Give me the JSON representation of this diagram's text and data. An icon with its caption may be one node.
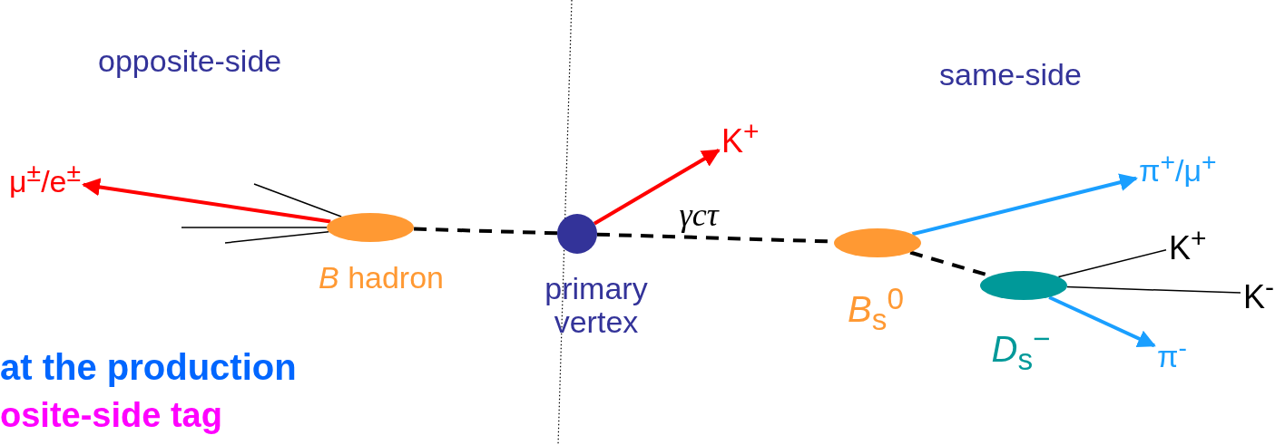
{
  "diagram": {
    "nodes": [
      {
        "text": [
          "*B* hadron"
        ]
      },
      {
        "text": [
          "primary vertex"
        ]
      },
      {
        "text": [
          "*B*$_{s}$$^{0}$"
        ]
      },
      {
        "text": [
          "*D*$_{s}$$^{−}$"
        ]
      },
      {
        "text": [
          "μ$^{±}$/e$^{±}$"
        ]
      },
      {
        "text": [
          "K$^{+}$"
        ]
      },
      {
        "text": [
          "π$^{+}$/μ$^{+}$"
        ]
      },
      {
        "text": [
          "K$^{+}$"
        ]
      },
      {
        "text": [
          "K$^{-}$"
        ]
      },
      {
        "text": [
          "π$^{-}$"
        ]
      }
    ],
    "edges": [
      {
        "from": 0,
        "to": 4,
        "arrow": "to",
        "color": "#ff0000"
      },
      {
        "from": 0,
        "to": null,
        "arrow": "none"
      },
      {
        "from": 0,
        "to": null,
        "arrow": "none"
      },
      {
        "from": 0,
        "to": null,
        "arrow": "none"
      },
      {
        "from": 1,
        "to": 0,
        "arrow": "none",
        "style": "dashed"
      },
      {
        "from": 1,
        "to": 5,
        "arrow": "to",
        "color": "#ff0000"
      },
      {
        "from": 1,
        "to": 2,
        "arrow": "none",
        "style": "dashed",
        "label": "γcτ"
      },
      {
        "from": 2,
        "to": 6,
        "arrow": "to",
        "color": "#1a9fff"
      },
      {
        "from": 2,
        "to": 3,
        "arrow": "none",
        "style": "dashed"
      },
      {
        "from": 3,
        "to": 7,
        "arrow": "none"
      },
      {
        "from": 3,
        "to": 8,
        "arrow": "none"
      },
      {
        "from": 3,
        "to": 9,
        "arrow": "to",
        "color": "#1a9fff"
      }
    ],
    "labels": [
      "opposite-side",
      "same-side",
      "at the production",
      "osite-side tag"
    ]
  }
}
